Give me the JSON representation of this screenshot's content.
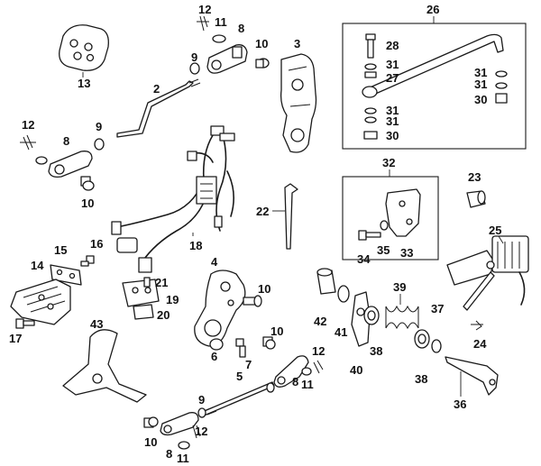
{
  "callouts": {
    "c_13": "13",
    "c_12a": "12",
    "c_11a": "11",
    "c_9a": "9",
    "c_8a": "8",
    "c_10a": "10",
    "c_3": "3",
    "c_2": "2",
    "c_12b": "12",
    "c_9b": "9",
    "c_8b": "8",
    "c_10b": "10",
    "c_26": "26",
    "c_28": "28",
    "c_31a": "31",
    "c_27": "27",
    "c_31b": "31",
    "c_31c": "31",
    "c_30a": "30",
    "c_31d": "31",
    "c_31e": "31",
    "c_30b": "30",
    "c_32": "32",
    "c_23": "23",
    "c_22": "22",
    "c_18": "18",
    "c_35": "35",
    "c_33": "33",
    "c_34": "34",
    "c_25": "25",
    "c_15": "15",
    "c_16": "16",
    "c_14": "14",
    "c_17": "17",
    "c_21": "21",
    "c_19": "19",
    "c_20": "20",
    "c_4": "4",
    "c_10c": "10",
    "c_10d": "10",
    "c_6": "6",
    "c_7": "7",
    "c_42": "42",
    "c_41": "41",
    "c_39": "39",
    "c_38a": "38",
    "c_40": "40",
    "c_37": "37",
    "c_24": "24",
    "c_38b": "38",
    "c_36": "36",
    "c_43": "43",
    "c_5": "5",
    "c_12c": "12",
    "c_8c": "8",
    "c_11b": "11",
    "c_9c": "9",
    "c_10e": "10",
    "c_8d": "8",
    "c_12d": "12",
    "c_11c": "11"
  }
}
